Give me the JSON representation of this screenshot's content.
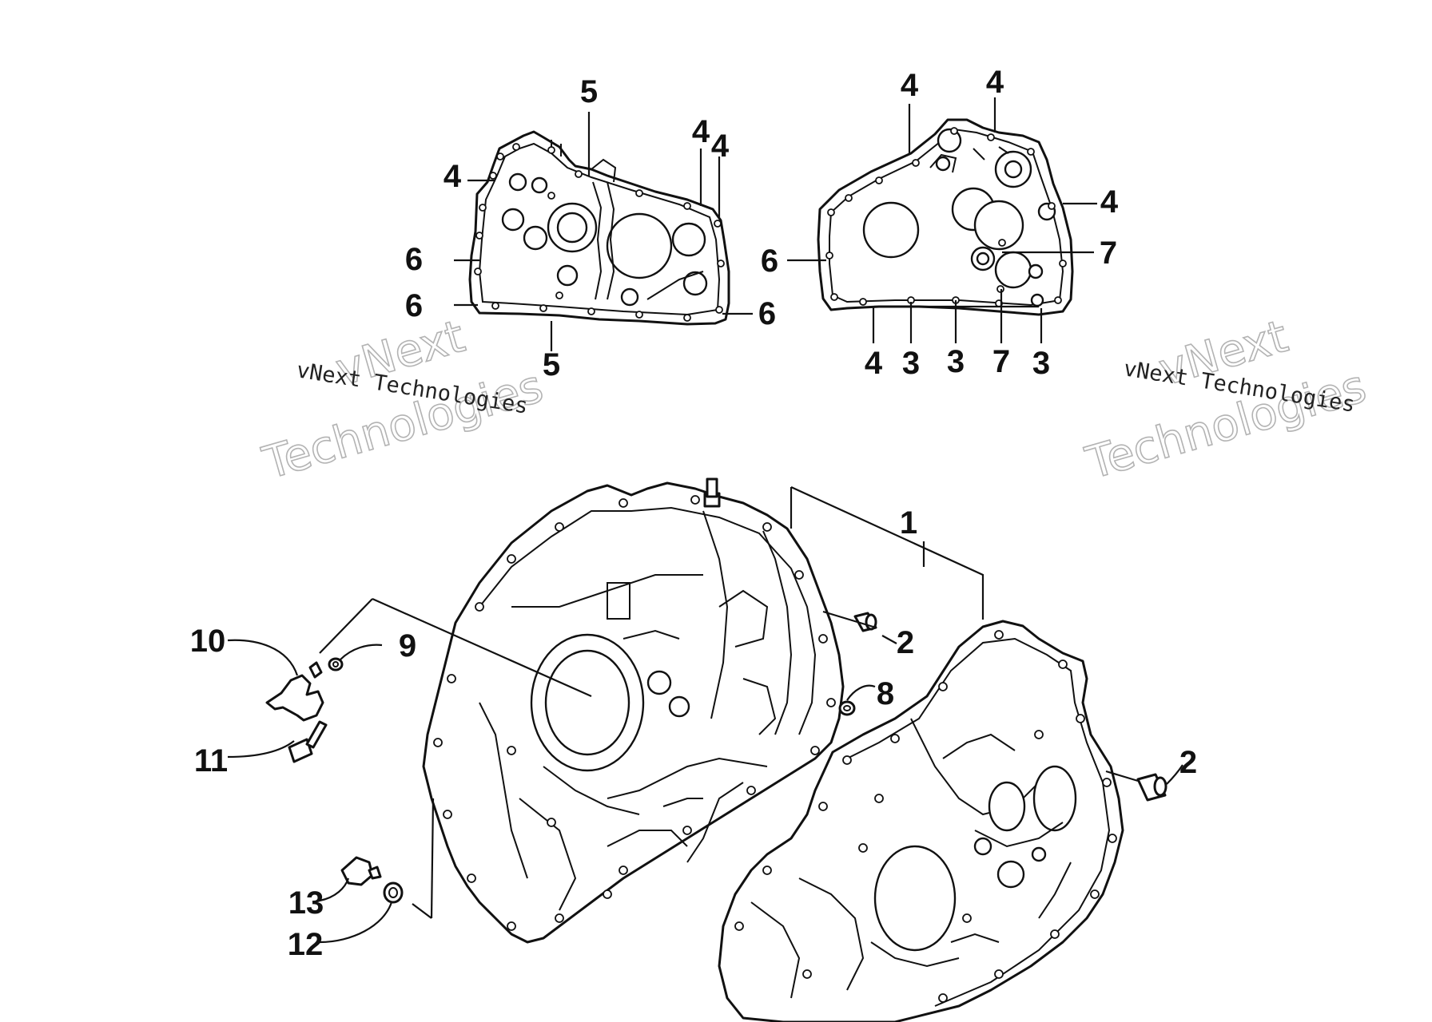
{
  "watermark": {
    "left": {
      "line1": "vNext",
      "line2": "Technologies",
      "caption": "vNext Technologies"
    },
    "right": {
      "line1": "vNext",
      "line2": "Technologies",
      "caption": "vNext Technologies"
    }
  },
  "callouts": {
    "c1": "1",
    "c2a": "2",
    "c2b": "2",
    "c3a": "3",
    "c3b": "3",
    "c3c": "3",
    "c4a": "4",
    "c4b": "4",
    "c4c": "4",
    "c4d": "4",
    "c4e": "4",
    "c4f": "4",
    "c4g": "4",
    "c5a": "5",
    "c5b": "5",
    "c6a": "6",
    "c6b": "6",
    "c6c": "6",
    "c6d": "6",
    "c7a": "7",
    "c7b": "7",
    "c8": "8",
    "c9": "9",
    "c10": "10",
    "c11": "11",
    "c12": "12",
    "c13": "13"
  }
}
